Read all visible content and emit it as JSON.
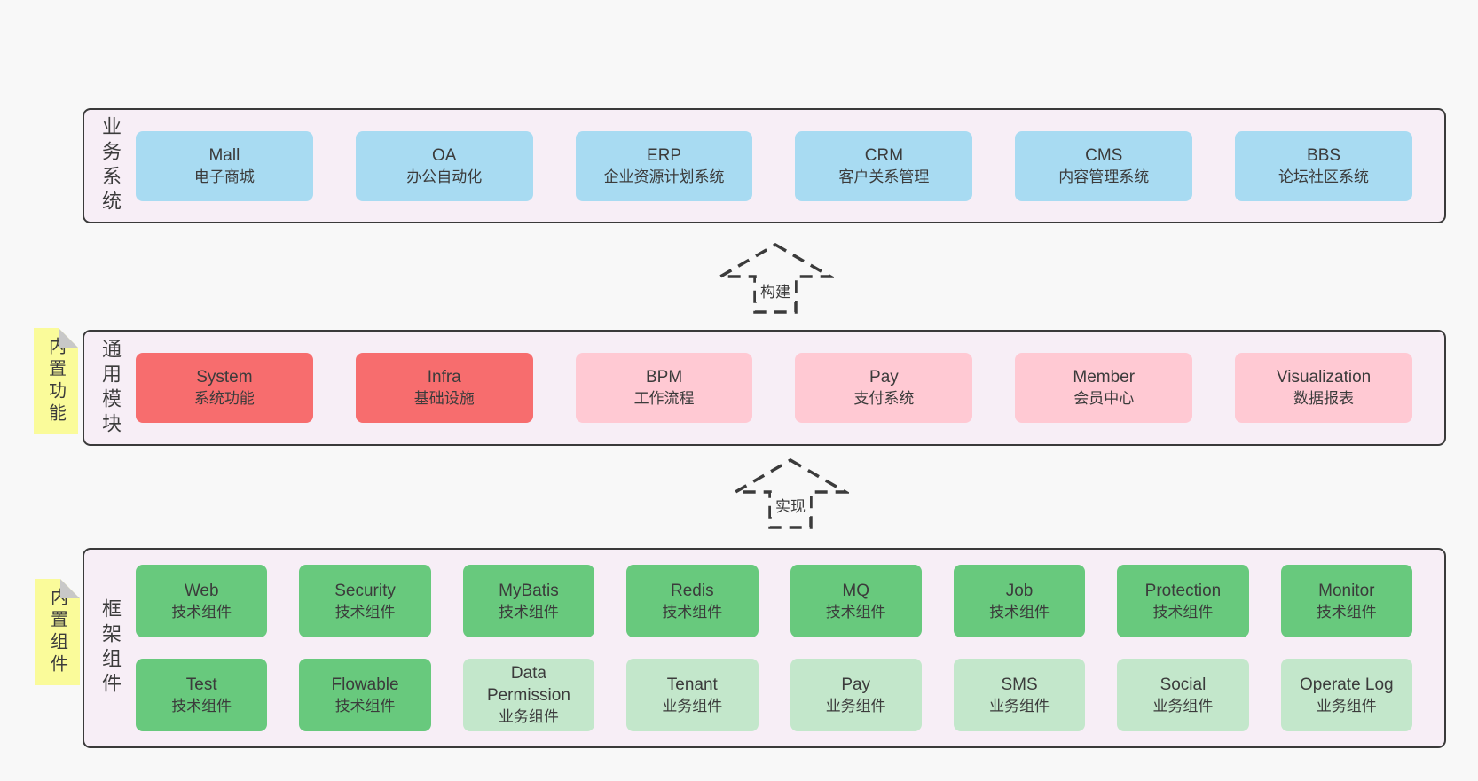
{
  "colors": {
    "page_bg": "#f8f8f8",
    "band_bg": "#f7eef6",
    "band_border": "#3a3a3a",
    "blue_box": "#a8dbf2",
    "red_box": "#f76d6e",
    "pink_box": "#ffc9d3",
    "green_box": "#68c97d",
    "light_green_box": "#c3e7cb",
    "note_yellow": "#fafb9a",
    "note_fold_gray": "#c8c8c8",
    "text": "#3b3b3b"
  },
  "arrows": [
    {
      "label": "构建"
    },
    {
      "label": "实现"
    }
  ],
  "bands": [
    {
      "label": "业务系统",
      "boxes": [
        {
          "title": "Mall",
          "subtitle": "电子商城",
          "variant": "blue"
        },
        {
          "title": "OA",
          "subtitle": "办公自动化",
          "variant": "blue"
        },
        {
          "title": "ERP",
          "subtitle": "企业资源计划系统",
          "variant": "blue"
        },
        {
          "title": "CRM",
          "subtitle": "客户关系管理",
          "variant": "blue"
        },
        {
          "title": "CMS",
          "subtitle": "内容管理系统",
          "variant": "blue"
        },
        {
          "title": "BBS",
          "subtitle": "论坛社区系统",
          "variant": "blue"
        }
      ]
    },
    {
      "label": "通用模块",
      "note": "内置功能",
      "boxes": [
        {
          "title": "System",
          "subtitle": "系统功能",
          "variant": "red"
        },
        {
          "title": "Infra",
          "subtitle": "基础设施",
          "variant": "red"
        },
        {
          "title": "BPM",
          "subtitle": "工作流程",
          "variant": "pink"
        },
        {
          "title": "Pay",
          "subtitle": "支付系统",
          "variant": "pink"
        },
        {
          "title": "Member",
          "subtitle": "会员中心",
          "variant": "pink"
        },
        {
          "title": "Visualization",
          "subtitle": "数据报表",
          "variant": "pink"
        }
      ]
    },
    {
      "label": "框架组件",
      "note": "内置组件",
      "rows": [
        [
          {
            "title": "Web",
            "subtitle": "技术组件",
            "variant": "green"
          },
          {
            "title": "Security",
            "subtitle": "技术组件",
            "variant": "green"
          },
          {
            "title": "MyBatis",
            "subtitle": "技术组件",
            "variant": "green"
          },
          {
            "title": "Redis",
            "subtitle": "技术组件",
            "variant": "green"
          },
          {
            "title": "MQ",
            "subtitle": "技术组件",
            "variant": "green"
          },
          {
            "title": "Job",
            "subtitle": "技术组件",
            "variant": "green"
          },
          {
            "title": "Protection",
            "subtitle": "技术组件",
            "variant": "green"
          },
          {
            "title": "Monitor",
            "subtitle": "技术组件",
            "variant": "green"
          }
        ],
        [
          {
            "title": "Test",
            "subtitle": "技术组件",
            "variant": "green"
          },
          {
            "title": "Flowable",
            "subtitle": "技术组件",
            "variant": "green"
          },
          {
            "title": "Data Permission",
            "subtitle": "业务组件",
            "variant": "lightgreen"
          },
          {
            "title": "Tenant",
            "subtitle": "业务组件",
            "variant": "lightgreen"
          },
          {
            "title": "Pay",
            "subtitle": "业务组件",
            "variant": "lightgreen"
          },
          {
            "title": "SMS",
            "subtitle": "业务组件",
            "variant": "lightgreen"
          },
          {
            "title": "Social",
            "subtitle": "业务组件",
            "variant": "lightgreen"
          },
          {
            "title": "Operate Log",
            "subtitle": "业务组件",
            "variant": "lightgreen"
          }
        ]
      ]
    }
  ]
}
